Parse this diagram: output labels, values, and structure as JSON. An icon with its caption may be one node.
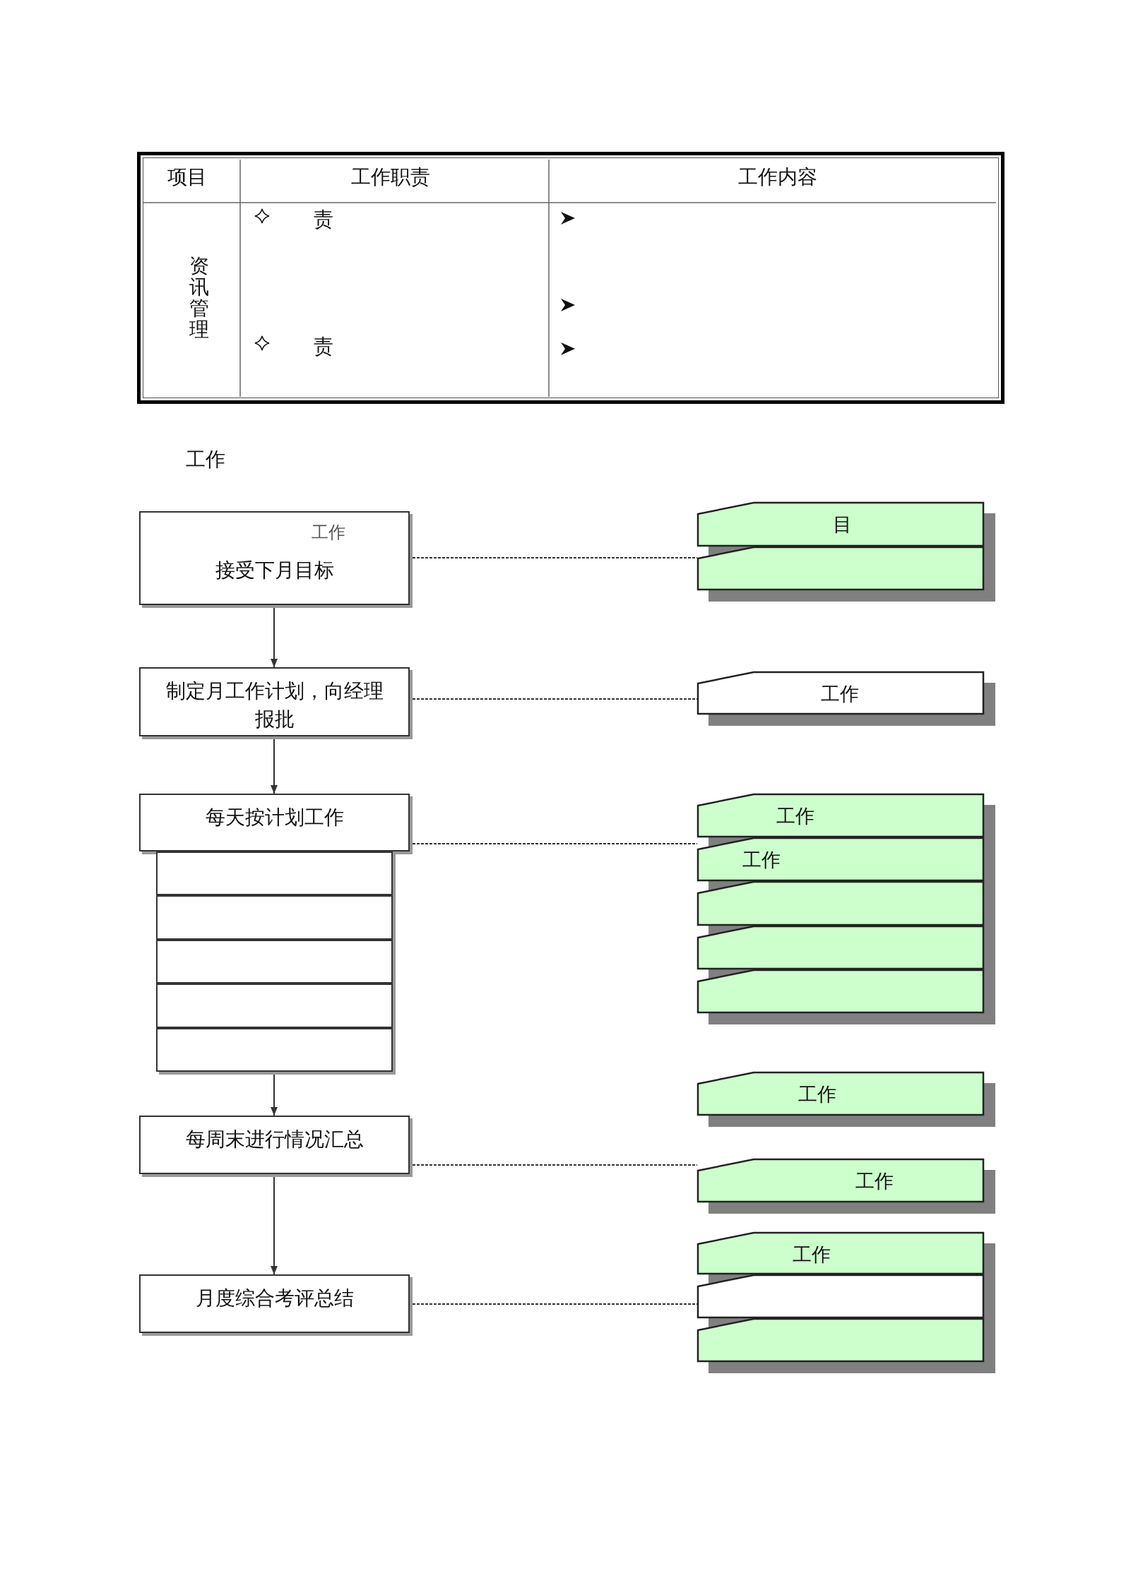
{
  "diagram": {
    "nodes": [
      {
        "text": [
          "工作",
          "接受下月目标"
        ]
      },
      {
        "text": [
          "制定月工作计划，向经理报批"
        ]
      },
      {
        "text": [
          "每天按计划工作"
        ]
      },
      {
        "text": [],
        "shape": "box"
      },
      {
        "text": [],
        "shape": "box"
      },
      {
        "text": [],
        "shape": "box"
      },
      {
        "text": [],
        "shape": "box"
      },
      {
        "text": [],
        "shape": "box"
      },
      {
        "text": [
          "每周末进行情况汇总"
        ]
      },
      {
        "text": [
          "月度综合考评总结"
        ]
      },
      {
        "text": [
          "目"
        ]
      },
      {
        "text": [],
        "shape": "box"
      },
      {
        "text": [
          "工作"
        ]
      },
      {
        "text": [
          "工作"
        ]
      },
      {
        "text": [
          "工作"
        ]
      },
      {
        "text": [],
        "shape": "box"
      },
      {
        "text": [],
        "shape": "box"
      },
      {
        "text": [],
        "shape": "box"
      },
      {
        "text": [
          "工作"
        ]
      },
      {
        "text": [
          "工作"
        ]
      },
      {
        "text": [
          "工作"
        ]
      },
      {
        "text": [],
        "shape": "box"
      },
      {
        "text": [],
        "shape": "box"
      }
    ],
    "edges": [
      {
        "from": 0,
        "to": 11,
        "arrow": "none",
        "style": "dashed"
      },
      {
        "from": 0,
        "to": 1,
        "arrow": "to"
      },
      {
        "from": 1,
        "to": 12,
        "arrow": "none",
        "style": "dashed"
      },
      {
        "from": 1,
        "to": 2,
        "arrow": "to"
      },
      {
        "from": 2,
        "to": 14,
        "arrow": "none",
        "style": "dashed"
      },
      {
        "from": 7,
        "to": 8,
        "arrow": "to"
      },
      {
        "from": 8,
        "to": 19,
        "arrow": "none",
        "style": "dashed"
      },
      {
        "from": 8,
        "to": 9,
        "arrow": "to"
      },
      {
        "from": 9,
        "to": 21,
        "arrow": "none",
        "style": "dashed"
      }
    ],
    "labels": [
      "项目",
      "工作职责",
      "工作内容",
      "资讯管理",
      "责",
      "责",
      "工作"
    ]
  }
}
